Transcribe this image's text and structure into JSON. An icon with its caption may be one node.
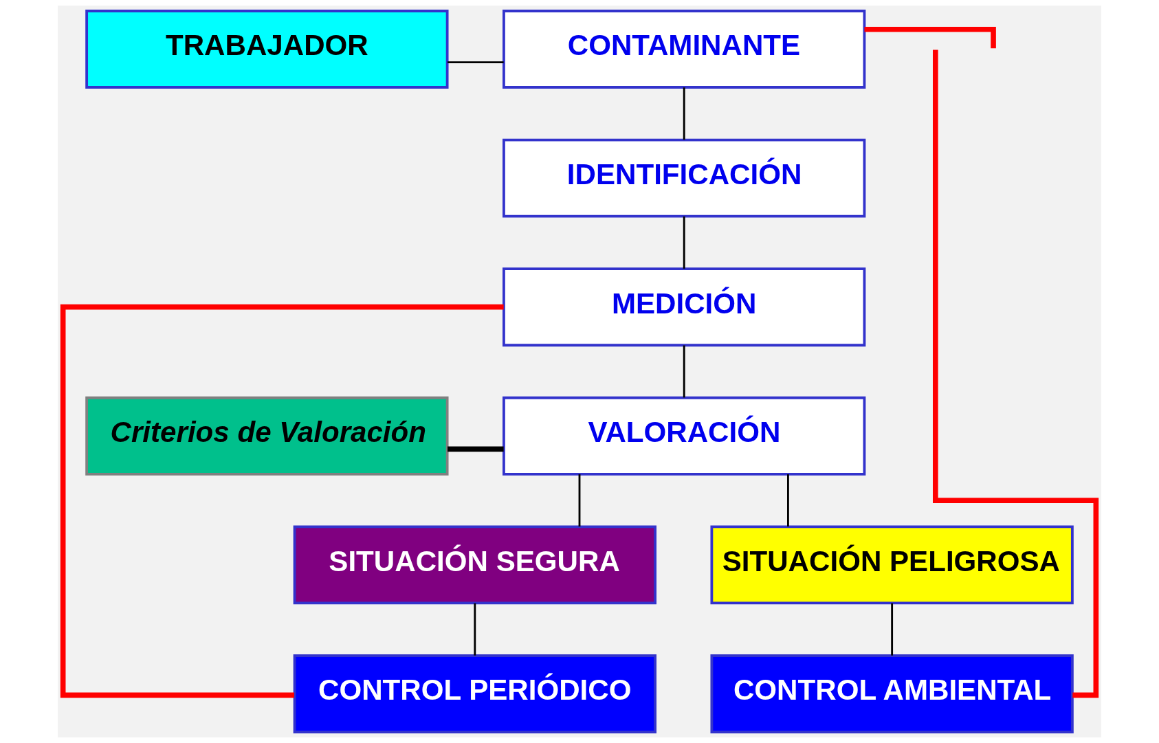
{
  "diagram": {
    "nodes": [
      {
        "text": [
          "TRABAJADOR"
        ]
      },
      {
        "text": [
          "CONTAMINANTE"
        ]
      },
      {
        "text": [
          "IDENTIFICACIÓN"
        ]
      },
      {
        "text": [
          "MEDICIÓN"
        ]
      },
      {
        "text": [
          "Criterios de Valoración"
        ]
      },
      {
        "text": [
          "VALORACIÓN"
        ]
      },
      {
        "text": [
          "SITUACIÓN SEGURA"
        ]
      },
      {
        "text": [
          "SITUACIÓN PELIGROSA"
        ]
      },
      {
        "text": [
          "CONTROL PERIÓDICO"
        ]
      },
      {
        "text": [
          "CONTROL AMBIENTAL"
        ]
      }
    ],
    "edges": [
      {
        "from": 0,
        "to": 1,
        "arrow": "none"
      },
      {
        "from": 1,
        "to": 2,
        "arrow": "none"
      },
      {
        "from": 2,
        "to": 3,
        "arrow": "none"
      },
      {
        "from": 3,
        "to": 5,
        "arrow": "none"
      },
      {
        "from": 4,
        "to": 5,
        "arrow": "none",
        "style": "thick"
      },
      {
        "from": 5,
        "to": 6,
        "arrow": "none"
      },
      {
        "from": 5,
        "to": 7,
        "arrow": "none"
      },
      {
        "from": 6,
        "to": 8,
        "arrow": "none"
      },
      {
        "from": 7,
        "to": 9,
        "arrow": "none"
      },
      {
        "from": 3,
        "to": 8,
        "arrow": "none",
        "style": "thick",
        "color": "#ff0000"
      },
      {
        "from": 1,
        "to": null,
        "arrow": "none",
        "style": "thick",
        "color": "#ff0000"
      },
      {
        "from": 9,
        "to": null,
        "arrow": "none",
        "style": "thick",
        "color": "#ff0000"
      }
    ]
  }
}
